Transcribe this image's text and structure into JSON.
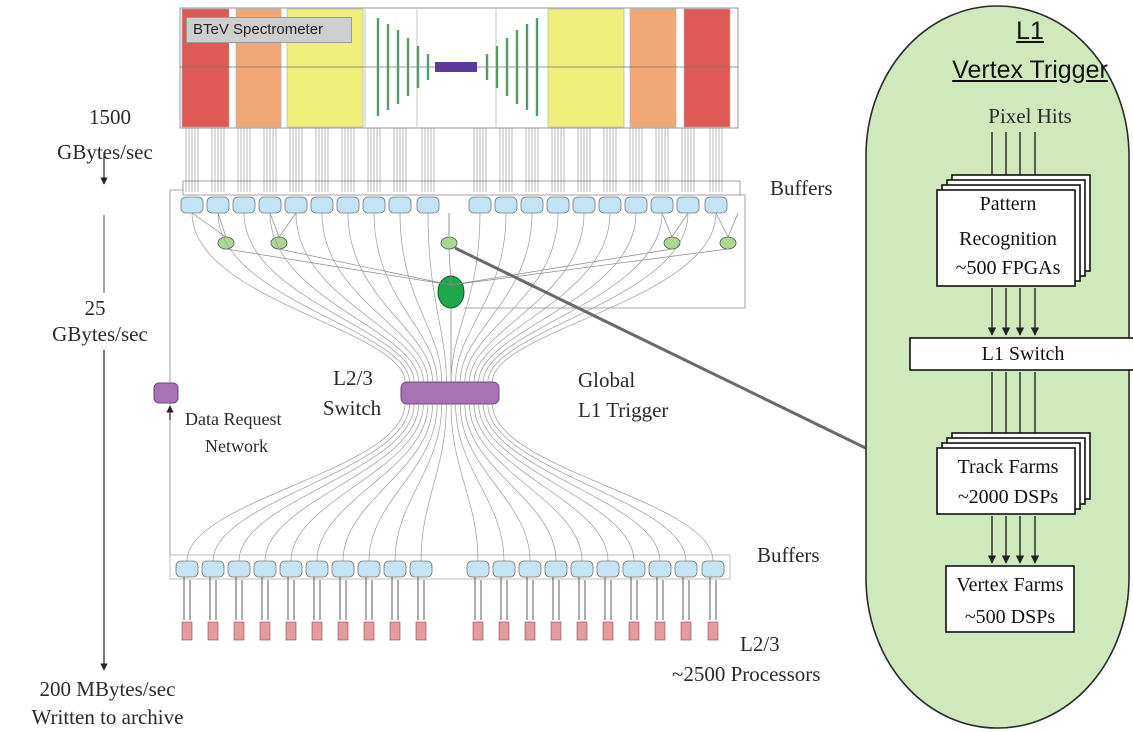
{
  "diagram": {
    "spectrometer_label": "BTeV Spectrometer",
    "rates": {
      "rate1": [
        "1500",
        "GBytes/sec"
      ],
      "rate2": [
        "25",
        "GBytes/sec"
      ],
      "rate3": [
        "200 MBytes/sec",
        "Written to archive"
      ]
    },
    "labels": {
      "buffers_top": "Buffers",
      "buffers_bottom": "Buffers",
      "l23_switch": [
        "L2/3",
        "Switch"
      ],
      "global_l1": [
        "Global",
        "L1 Trigger"
      ],
      "data_request": [
        "Data Request",
        "Network"
      ],
      "l23_processors": [
        "L2/3",
        "~2500 Processors"
      ]
    },
    "l1_panel": {
      "title": [
        "L1",
        "Vertex Trigger"
      ],
      "pixel_hits": "Pixel Hits",
      "pattern_box": [
        "Pattern",
        "Recognition",
        "~500 FPGAs"
      ],
      "switch_box": "L1  Switch",
      "track_box": [
        "Track Farms",
        "~2000 DSPs"
      ],
      "vertex_box": [
        "Vertex Farms",
        "~500 DSPs"
      ]
    },
    "colors": {
      "red": "#e05a55",
      "orange": "#f2a776",
      "yellow": "#eef07a",
      "buffer": "#c5e4f3",
      "l1_node": "#a9d98f",
      "global_node": "#1ea84a",
      "switch": "#a873b6",
      "panel": "#cfe9bd",
      "processor": "#e59a9e",
      "detector_line": "#5a9a6a"
    }
  }
}
